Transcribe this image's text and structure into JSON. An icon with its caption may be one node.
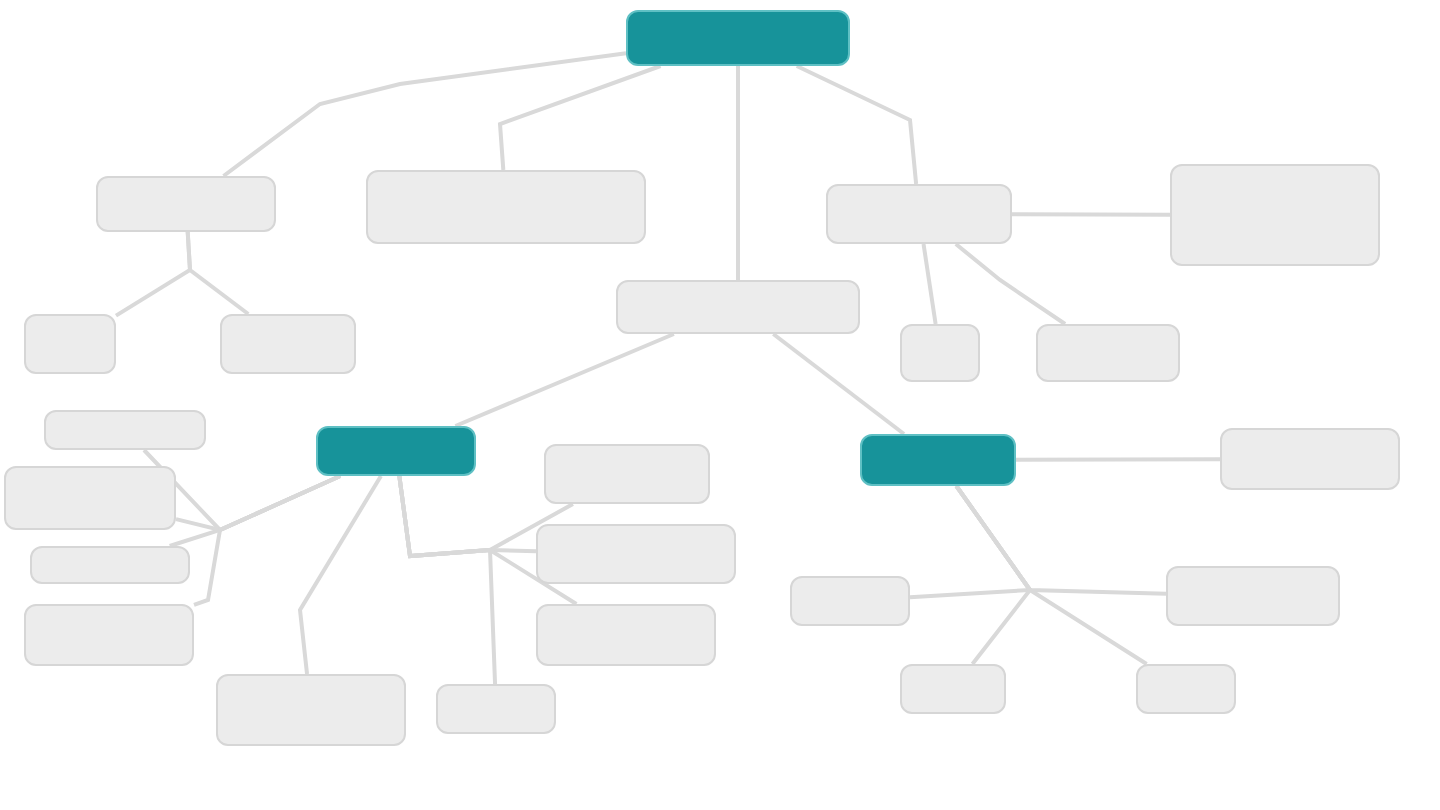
{
  "diagram": {
    "nodes": [
      {
        "text": [],
        "shape": "box"
      },
      {
        "text": [],
        "shape": "box"
      },
      {
        "text": [],
        "shape": "box"
      },
      {
        "text": [],
        "shape": "box"
      },
      {
        "text": [],
        "shape": "box"
      },
      {
        "text": [],
        "shape": "box"
      },
      {
        "text": [],
        "shape": "box"
      },
      {
        "text": [],
        "shape": "box"
      },
      {
        "text": [],
        "shape": "box"
      },
      {
        "text": [],
        "shape": "box"
      },
      {
        "text": [],
        "shape": "box"
      },
      {
        "text": [],
        "shape": "box"
      },
      {
        "text": [],
        "shape": "box"
      },
      {
        "text": [],
        "shape": "box"
      },
      {
        "text": [],
        "shape": "box"
      },
      {
        "text": [],
        "shape": "box"
      },
      {
        "text": [],
        "shape": "box"
      },
      {
        "text": [],
        "shape": "box"
      },
      {
        "text": [],
        "shape": "box"
      },
      {
        "text": [],
        "shape": "box"
      },
      {
        "text": [],
        "shape": "box"
      },
      {
        "text": [],
        "shape": "box"
      },
      {
        "text": [],
        "shape": "box"
      },
      {
        "text": [],
        "shape": "box"
      },
      {
        "text": [],
        "shape": "box"
      },
      {
        "text": [],
        "shape": "box"
      }
    ],
    "edges": [
      {
        "from": 0,
        "to": 3,
        "arrow": "none"
      },
      {
        "from": 0,
        "to": 2,
        "arrow": "none"
      },
      {
        "from": 0,
        "to": 5,
        "arrow": "none"
      },
      {
        "from": 0,
        "to": 4,
        "arrow": "none"
      },
      {
        "from": 3,
        "to": 6,
        "arrow": "none"
      },
      {
        "from": 3,
        "to": 7,
        "arrow": "none"
      },
      {
        "from": 4,
        "to": 1,
        "arrow": "none"
      },
      {
        "from": 4,
        "to": 8,
        "arrow": "none"
      },
      {
        "from": 4,
        "to": 9,
        "arrow": "none"
      },
      {
        "from": 5,
        "to": 11,
        "arrow": "none"
      },
      {
        "from": 5,
        "to": 13,
        "arrow": "none"
      },
      {
        "from": 11,
        "to": 10,
        "arrow": "none"
      },
      {
        "from": 11,
        "to": 15,
        "arrow": "none"
      },
      {
        "from": 11,
        "to": 17,
        "arrow": "none"
      },
      {
        "from": 11,
        "to": 20,
        "arrow": "none"
      },
      {
        "from": 11,
        "to": 24,
        "arrow": "none"
      },
      {
        "from": 11,
        "to": 14,
        "arrow": "none"
      },
      {
        "from": 11,
        "to": 16,
        "arrow": "none"
      },
      {
        "from": 11,
        "to": 21,
        "arrow": "none"
      },
      {
        "from": 11,
        "to": 25,
        "arrow": "none"
      },
      {
        "from": 13,
        "to": 12,
        "arrow": "none"
      },
      {
        "from": 13,
        "to": 19,
        "arrow": "none"
      },
      {
        "from": 13,
        "to": 18,
        "arrow": "none"
      },
      {
        "from": 13,
        "to": 22,
        "arrow": "none"
      },
      {
        "from": 13,
        "to": 23,
        "arrow": "none"
      }
    ]
  }
}
